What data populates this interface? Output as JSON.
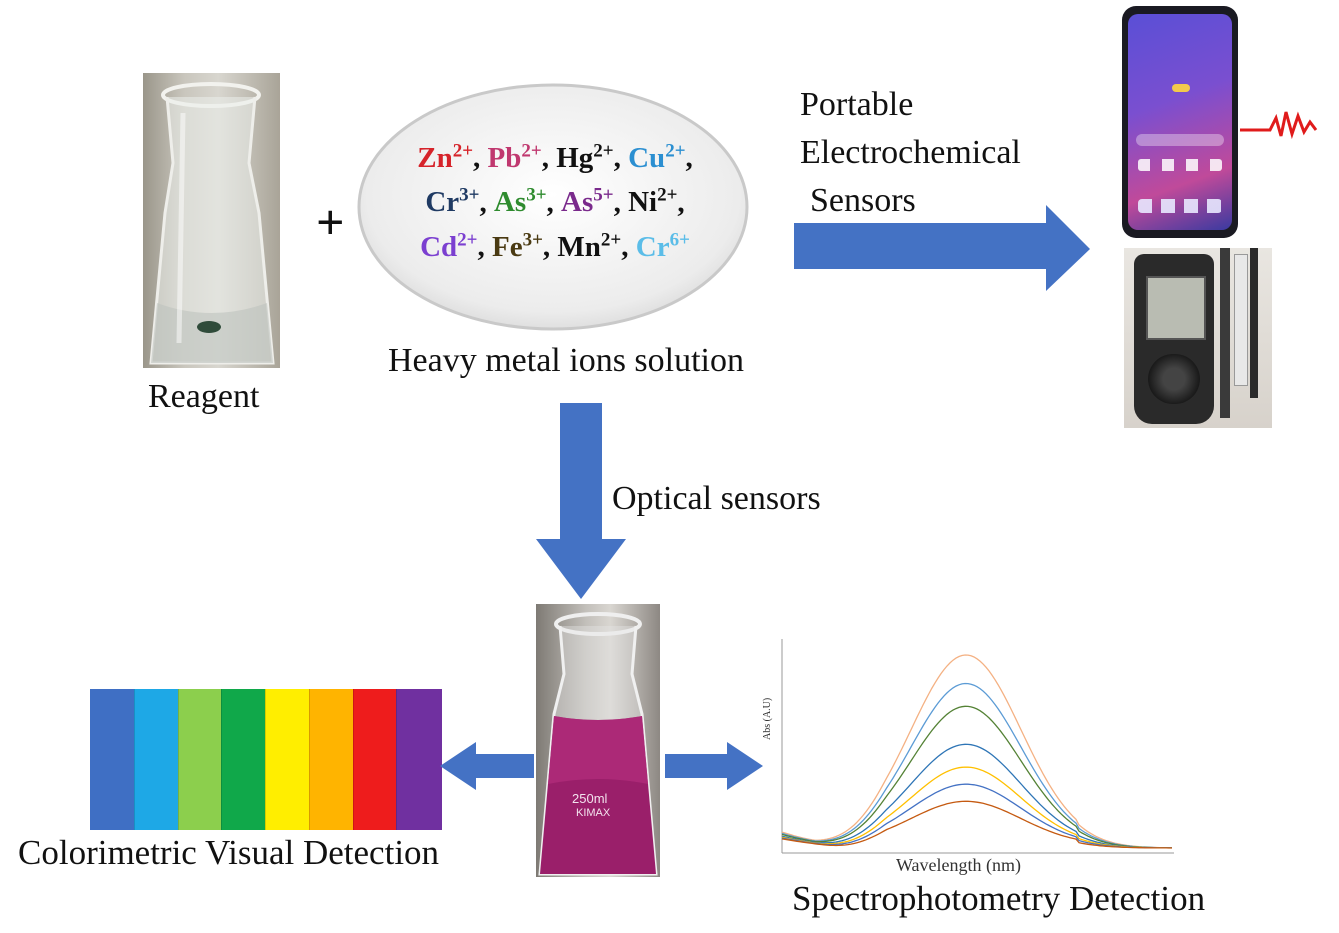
{
  "reagent": {
    "label": "Reagent"
  },
  "plus": "+",
  "ions": {
    "caption": "Heavy metal ions solution",
    "lines": [
      [
        {
          "base": "Zn",
          "charge": "2+",
          "color": "#d6232a"
        },
        {
          "sep": ", "
        },
        {
          "base": "Pb",
          "charge": "2+",
          "color": "#c0386f"
        },
        {
          "sep": ", "
        },
        {
          "base": "Hg",
          "charge": "2+",
          "color": "#111111"
        },
        {
          "sep": ", "
        },
        {
          "base": "Cu",
          "charge": "2+",
          "color": "#2b8fd1"
        },
        {
          "sep": ","
        }
      ],
      [
        {
          "base": "Cr",
          "charge": "3+",
          "color": "#1f3a63"
        },
        {
          "sep": ", "
        },
        {
          "base": "As",
          "charge": "3+",
          "color": "#2e8b2e"
        },
        {
          "sep": ", "
        },
        {
          "base": "As",
          "charge": "5+",
          "color": "#7a2a8c"
        },
        {
          "sep": ", "
        },
        {
          "base": "Ni",
          "charge": "2+",
          "color": "#111111"
        },
        {
          "sep": ","
        }
      ],
      [
        {
          "base": "Cd",
          "charge": "2+",
          "color": "#7b3fd0"
        },
        {
          "sep": ", "
        },
        {
          "base": "Fe",
          "charge": "3+",
          "color": "#4a3a12"
        },
        {
          "sep": ", "
        },
        {
          "base": "Mn",
          "charge": "2+",
          "color": "#111111"
        },
        {
          "sep": ", "
        },
        {
          "base": "Cr",
          "charge": "6+",
          "color": "#5bbde8"
        }
      ]
    ]
  },
  "portable": {
    "line1": "Portable",
    "line2": "Electrochemical",
    "line3": "Sensors"
  },
  "optical": {
    "label": "Optical sensors"
  },
  "colorimetric": {
    "label": "Colorimetric Visual Detection",
    "strips": [
      "#3f6fc4",
      "#1ea8e6",
      "#8ccf4d",
      "#10a84a",
      "#ffee00",
      "#ffb400",
      "#ee1c1c",
      "#7030a0"
    ]
  },
  "flask": {
    "volume": "250ml",
    "brand": "KIMAX"
  },
  "spectro": {
    "label": "Spectrophotometry Detection",
    "ylabel": "Abs (A.U)",
    "xlabel": "Wavelength (nm)"
  },
  "colors": {
    "arrow": "#4472c4",
    "liquid_pink": "#9a1f6a"
  },
  "chart_data": {
    "type": "line",
    "xlabel": "Wavelength (nm)",
    "ylabel": "Abs (A.U)",
    "series": [
      {
        "peak": 1.0,
        "color": "#f4b183"
      },
      {
        "peak": 0.85,
        "color": "#5b9bd5"
      },
      {
        "peak": 0.73,
        "color": "#548235"
      },
      {
        "peak": 0.53,
        "color": "#2e75b6"
      },
      {
        "peak": 0.41,
        "color": "#ffc000"
      },
      {
        "peak": 0.32,
        "color": "#4472c4"
      },
      {
        "peak": 0.23,
        "color": "#c55a11"
      }
    ]
  }
}
